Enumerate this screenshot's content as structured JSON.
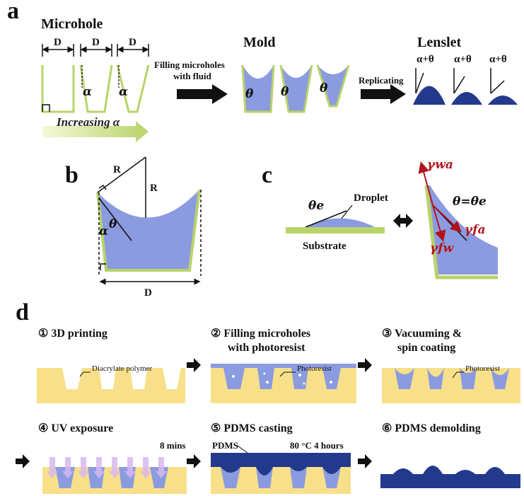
{
  "panel_a": {
    "letter": "a",
    "microhole_title": "Microhole",
    "d_label": "D",
    "alpha": "α",
    "increasing": "Increasing α",
    "filling_line1": "Filling microholes",
    "filling_line2": "with fluid",
    "mold_title": "Mold",
    "theta": "θ",
    "replicating": "Replicating",
    "lenslet_title": "Lenslet",
    "alpha_theta": "α+θ"
  },
  "panel_b": {
    "letter": "b",
    "r_label": "R",
    "alpha": "α",
    "theta": "θ",
    "d_label": "D"
  },
  "panel_c": {
    "letter": "c",
    "theta_e": "θe",
    "droplet": "Droplet",
    "substrate": "Substrate",
    "gamma_wa": "γwa",
    "theta_eq": "θ=θe",
    "gamma_fa": "γfa",
    "gamma_fw": "γfw"
  },
  "panel_d": {
    "letter": "d",
    "step1": "① 3D printing",
    "diacrylate": "Diacrylate polymer",
    "step2_line1": "② Filling microholes",
    "step2_line2": "with photoresist",
    "photoresist": "Photoresist",
    "step3_line1": "③ Vacuuming &",
    "step3_line2": "spin coating",
    "step4": "④ UV exposure",
    "uv_time": "8 mins",
    "step5": "⑤ PDMS casting",
    "pdms": "PDMS",
    "cure": "80 °C  4 hours",
    "step6": "⑥ PDMS demolding"
  },
  "colors": {
    "fluid_blue": "#8b9be0",
    "lens_navy": "#233a8c",
    "substrate_yellow": "#f8e08a",
    "wall_green": "#b8d36a",
    "force_red": "#b0151b",
    "uv_violet": "#d9b8f0"
  }
}
